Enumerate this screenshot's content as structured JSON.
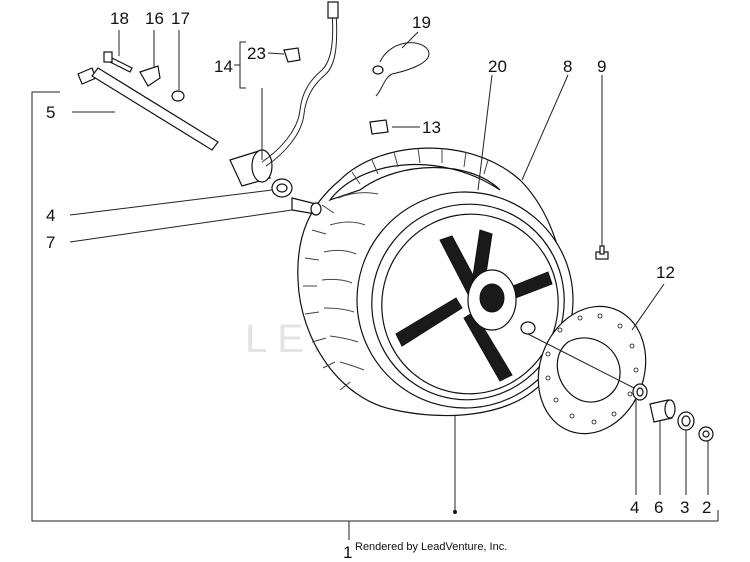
{
  "diagram": {
    "watermark": "LEADVENTURE",
    "credit": "Rendered by LeadVenture, Inc.",
    "labels": {
      "n1": "1",
      "n2": "2",
      "n3": "3",
      "n4a": "4",
      "n4b": "4",
      "n5": "5",
      "n6": "6",
      "n7": "7",
      "n8": "8",
      "n9": "9",
      "n12": "12",
      "n13": "13",
      "n14": "14",
      "n16": "16",
      "n17": "17",
      "n18": "18",
      "n19": "19",
      "n20": "20",
      "n23": "23"
    }
  }
}
